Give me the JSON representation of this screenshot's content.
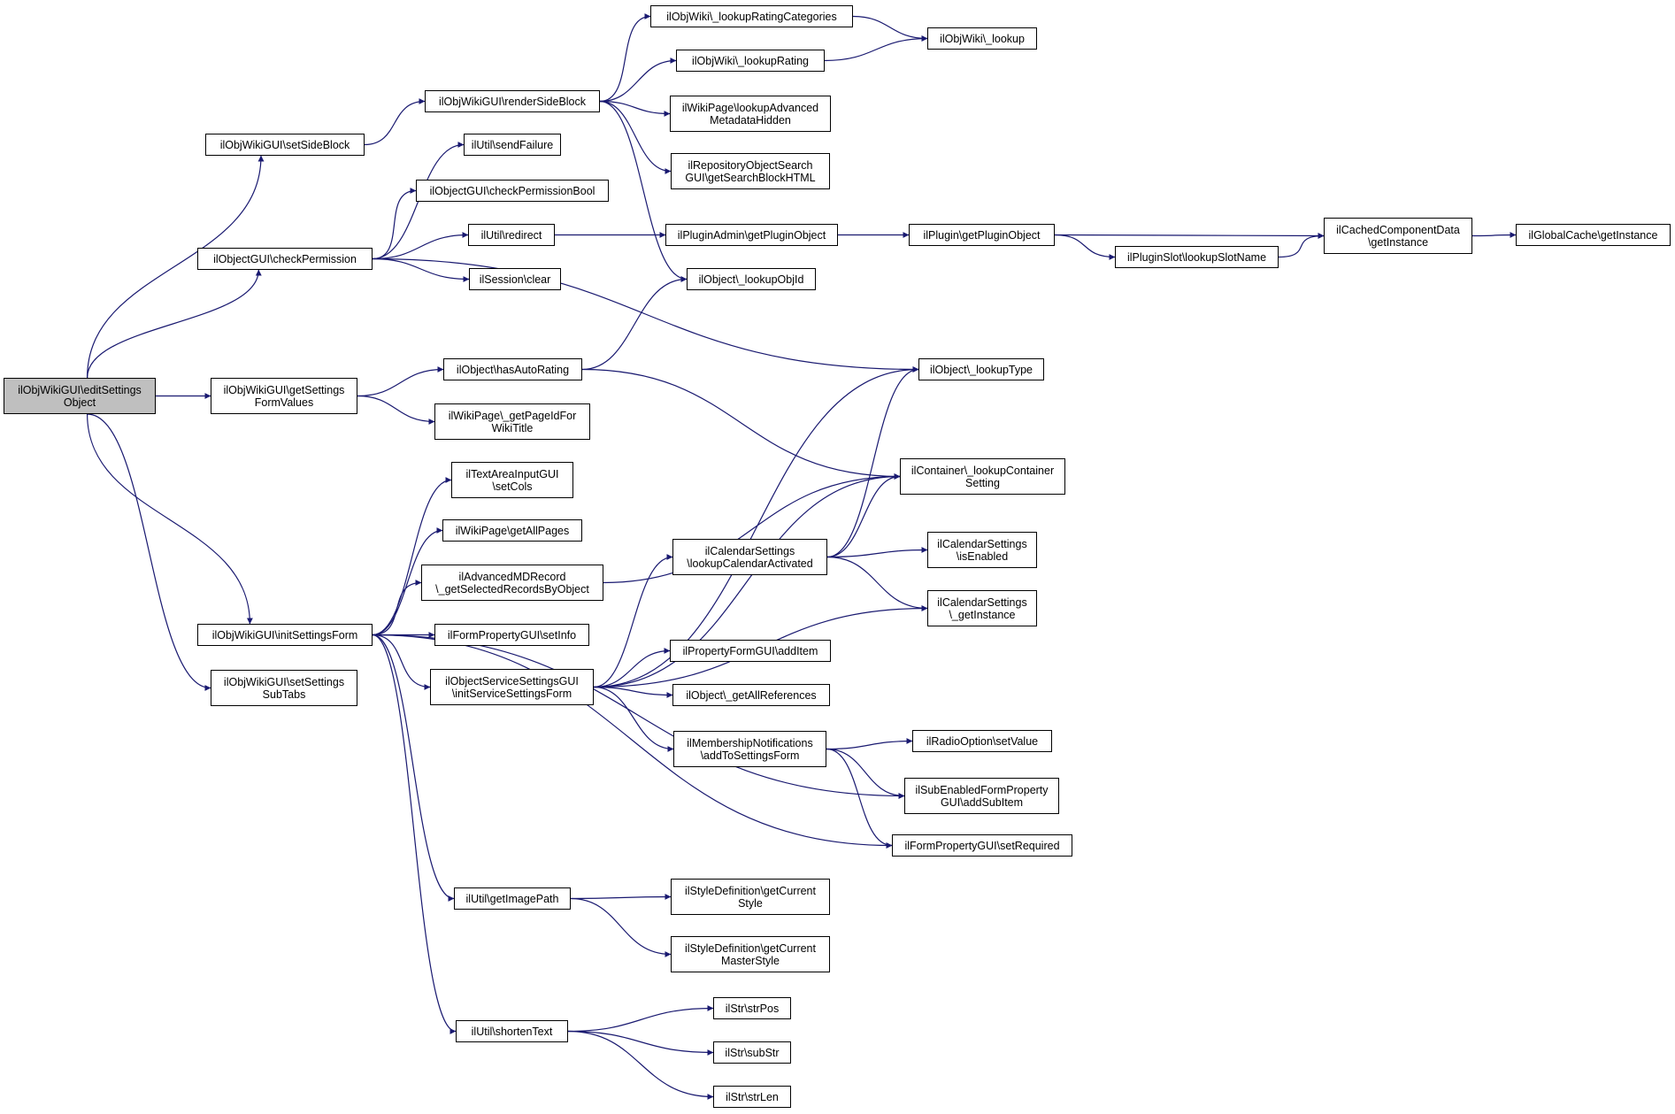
{
  "graph": {
    "edge_color": "#191970",
    "root_fill": "#bfbfbf",
    "nodes": [
      {
        "id": "editSettingsObject",
        "label": "ilObjWikiGUI\\editSettings\nObject",
        "root": true
      },
      {
        "id": "setSideBlock",
        "label": "ilObjWikiGUI\\setSideBlock"
      },
      {
        "id": "checkPermission",
        "label": "ilObjectGUI\\checkPermission"
      },
      {
        "id": "getSettingsFormValues",
        "label": "ilObjWikiGUI\\getSettings\nFormValues"
      },
      {
        "id": "initSettingsForm",
        "label": "ilObjWikiGUI\\initSettingsForm"
      },
      {
        "id": "setSettingsSubTabs",
        "label": "ilObjWikiGUI\\setSettings\nSubTabs"
      },
      {
        "id": "renderSideBlock",
        "label": "ilObjWikiGUI\\renderSideBlock"
      },
      {
        "id": "sendFailure",
        "label": "ilUtil\\sendFailure"
      },
      {
        "id": "checkPermissionBool",
        "label": "ilObjectGUI\\checkPermissionBool"
      },
      {
        "id": "redirect",
        "label": "ilUtil\\redirect"
      },
      {
        "id": "sessionClear",
        "label": "ilSession\\clear"
      },
      {
        "id": "hasAutoRating",
        "label": "ilObject\\hasAutoRating"
      },
      {
        "id": "getPageIdForWikiTitle",
        "label": "ilWikiPage\\_getPageIdFor\nWikiTitle"
      },
      {
        "id": "setCols",
        "label": "ilTextAreaInputGUI\n\\setCols"
      },
      {
        "id": "getAllPages",
        "label": "ilWikiPage\\getAllPages"
      },
      {
        "id": "getSelectedRecordsByObject",
        "label": "ilAdvancedMDRecord\n\\_getSelectedRecordsByObject"
      },
      {
        "id": "setInfo",
        "label": "ilFormPropertyGUI\\setInfo"
      },
      {
        "id": "initServiceSettingsForm",
        "label": "ilObjectServiceSettingsGUI\n\\initServiceSettingsForm"
      },
      {
        "id": "getImagePath",
        "label": "ilUtil\\getImagePath"
      },
      {
        "id": "shortenText",
        "label": "ilUtil\\shortenText"
      },
      {
        "id": "lookupRatingCategories",
        "label": "ilObjWiki\\_lookupRatingCategories"
      },
      {
        "id": "lookupRating",
        "label": "ilObjWiki\\_lookupRating"
      },
      {
        "id": "lookupAdvancedMetadataHidden",
        "label": "ilWikiPage\\lookupAdvanced\nMetadataHidden"
      },
      {
        "id": "getSearchBlockHTML",
        "label": "ilRepositoryObjectSearch\nGUI\\getSearchBlockHTML"
      },
      {
        "id": "getPluginObjectAdmin",
        "label": "ilPluginAdmin\\getPluginObject"
      },
      {
        "id": "lookupObjId",
        "label": "ilObject\\_lookupObjId"
      },
      {
        "id": "lookupCalendarActivated",
        "label": "ilCalendarSettings\n\\lookupCalendarActivated"
      },
      {
        "id": "addItem",
        "label": "ilPropertyFormGUI\\addItem"
      },
      {
        "id": "getAllReferences",
        "label": "ilObject\\_getAllReferences"
      },
      {
        "id": "addToSettingsForm",
        "label": "ilMembershipNotifications\n\\addToSettingsForm"
      },
      {
        "id": "getCurrentStyle",
        "label": "ilStyleDefinition\\getCurrent\nStyle"
      },
      {
        "id": "getCurrentMasterStyle",
        "label": "ilStyleDefinition\\getCurrent\nMasterStyle"
      },
      {
        "id": "strPos",
        "label": "ilStr\\strPos"
      },
      {
        "id": "subStr",
        "label": "ilStr\\subStr"
      },
      {
        "id": "strLen",
        "label": "ilStr\\strLen"
      },
      {
        "id": "objWikiLookup",
        "label": "ilObjWiki\\_lookup"
      },
      {
        "id": "getPluginObjectPlugin",
        "label": "ilPlugin\\getPluginObject"
      },
      {
        "id": "lookupType",
        "label": "ilObject\\_lookupType"
      },
      {
        "id": "lookupContainerSetting",
        "label": "ilContainer\\_lookupContainer\nSetting"
      },
      {
        "id": "isEnabled",
        "label": "ilCalendarSettings\n\\isEnabled"
      },
      {
        "id": "calendarGetInstance",
        "label": "ilCalendarSettings\n\\_getInstance"
      },
      {
        "id": "setValue",
        "label": "ilRadioOption\\setValue"
      },
      {
        "id": "addSubItem",
        "label": "ilSubEnabledFormProperty\nGUI\\addSubItem"
      },
      {
        "id": "setRequired",
        "label": "ilFormPropertyGUI\\setRequired"
      },
      {
        "id": "lookupSlotName",
        "label": "ilPluginSlot\\lookupSlotName"
      },
      {
        "id": "cachedComponentGetInstance",
        "label": "ilCachedComponentData\n\\getInstance"
      },
      {
        "id": "globalCacheGetInstance",
        "label": "ilGlobalCache\\getInstance"
      }
    ],
    "edges": [
      [
        "editSettingsObject",
        "setSideBlock"
      ],
      [
        "editSettingsObject",
        "checkPermission"
      ],
      [
        "editSettingsObject",
        "getSettingsFormValues"
      ],
      [
        "editSettingsObject",
        "initSettingsForm"
      ],
      [
        "editSettingsObject",
        "setSettingsSubTabs"
      ],
      [
        "setSideBlock",
        "renderSideBlock"
      ],
      [
        "renderSideBlock",
        "lookupRatingCategories"
      ],
      [
        "renderSideBlock",
        "lookupRating"
      ],
      [
        "renderSideBlock",
        "lookupAdvancedMetadataHidden"
      ],
      [
        "renderSideBlock",
        "getSearchBlockHTML"
      ],
      [
        "renderSideBlock",
        "lookupObjId"
      ],
      [
        "lookupRatingCategories",
        "objWikiLookup"
      ],
      [
        "lookupRating",
        "objWikiLookup"
      ],
      [
        "checkPermission",
        "sendFailure"
      ],
      [
        "checkPermission",
        "checkPermissionBool"
      ],
      [
        "checkPermission",
        "redirect"
      ],
      [
        "checkPermission",
        "sessionClear"
      ],
      [
        "checkPermission",
        "lookupType"
      ],
      [
        "redirect",
        "getPluginObjectAdmin"
      ],
      [
        "getPluginObjectAdmin",
        "getPluginObjectPlugin"
      ],
      [
        "getPluginObjectPlugin",
        "cachedComponentGetInstance"
      ],
      [
        "getPluginObjectPlugin",
        "lookupSlotName"
      ],
      [
        "lookupSlotName",
        "cachedComponentGetInstance"
      ],
      [
        "cachedComponentGetInstance",
        "globalCacheGetInstance"
      ],
      [
        "getSettingsFormValues",
        "hasAutoRating"
      ],
      [
        "getSettingsFormValues",
        "getPageIdForWikiTitle"
      ],
      [
        "hasAutoRating",
        "lookupObjId"
      ],
      [
        "hasAutoRating",
        "lookupContainerSetting"
      ],
      [
        "initSettingsForm",
        "setCols"
      ],
      [
        "initSettingsForm",
        "getAllPages"
      ],
      [
        "initSettingsForm",
        "getSelectedRecordsByObject"
      ],
      [
        "initSettingsForm",
        "setInfo"
      ],
      [
        "initSettingsForm",
        "initServiceSettingsForm"
      ],
      [
        "initSettingsForm",
        "addSubItem"
      ],
      [
        "initSettingsForm",
        "setRequired"
      ],
      [
        "initSettingsForm",
        "getImagePath"
      ],
      [
        "initSettingsForm",
        "shortenText"
      ],
      [
        "getSelectedRecordsByObject",
        "lookupContainerSetting"
      ],
      [
        "initServiceSettingsForm",
        "lookupType"
      ],
      [
        "initServiceSettingsForm",
        "lookupContainerSetting"
      ],
      [
        "initServiceSettingsForm",
        "lookupCalendarActivated"
      ],
      [
        "initServiceSettingsForm",
        "calendarGetInstance"
      ],
      [
        "initServiceSettingsForm",
        "addItem"
      ],
      [
        "initServiceSettingsForm",
        "getAllReferences"
      ],
      [
        "initServiceSettingsForm",
        "addToSettingsForm"
      ],
      [
        "lookupCalendarActivated",
        "lookupType"
      ],
      [
        "lookupCalendarActivated",
        "lookupContainerSetting"
      ],
      [
        "lookupCalendarActivated",
        "isEnabled"
      ],
      [
        "lookupCalendarActivated",
        "calendarGetInstance"
      ],
      [
        "addToSettingsForm",
        "setValue"
      ],
      [
        "addToSettingsForm",
        "addSubItem"
      ],
      [
        "addToSettingsForm",
        "setRequired"
      ],
      [
        "getImagePath",
        "getCurrentStyle"
      ],
      [
        "getImagePath",
        "getCurrentMasterStyle"
      ],
      [
        "shortenText",
        "strPos"
      ],
      [
        "shortenText",
        "subStr"
      ],
      [
        "shortenText",
        "strLen"
      ]
    ]
  }
}
